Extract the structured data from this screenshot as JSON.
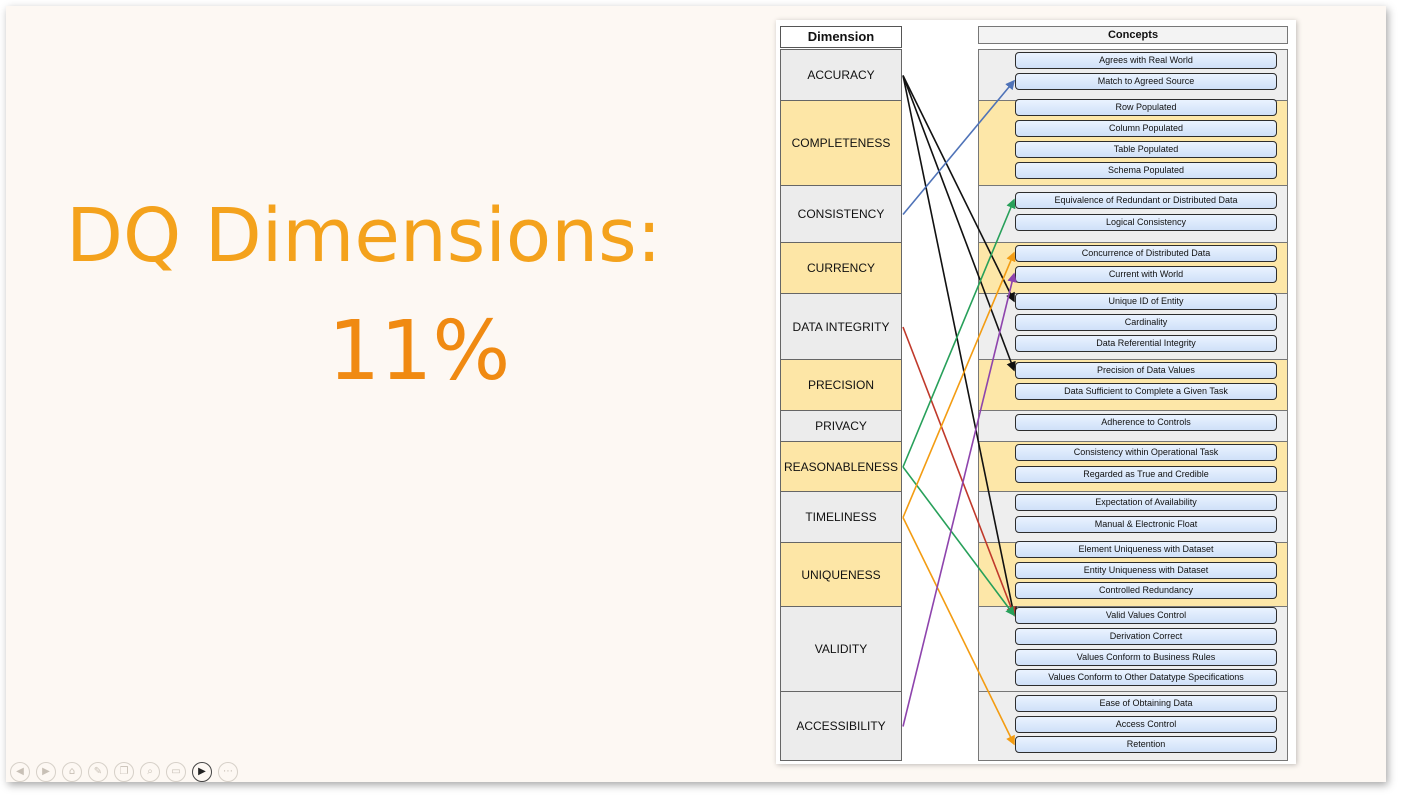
{
  "slide": {
    "title": "DQ Dimensions:",
    "percent": "11%"
  },
  "figure": {
    "dimension_header": "Dimension",
    "concepts_header": "Concepts",
    "dimensions": [
      {
        "label": "ACCURACY",
        "shade": "g"
      },
      {
        "label": "COMPLETENESS",
        "shade": "y"
      },
      {
        "label": "CONSISTENCY",
        "shade": "g"
      },
      {
        "label": "CURRENCY",
        "shade": "y"
      },
      {
        "label": "DATA INTEGRITY",
        "shade": "g"
      },
      {
        "label": "PRECISION",
        "shade": "y"
      },
      {
        "label": "PRIVACY",
        "shade": "g"
      },
      {
        "label": "REASONABLENESS",
        "shade": "y"
      },
      {
        "label": "TIMELINESS",
        "shade": "g"
      },
      {
        "label": "UNIQUENESS",
        "shade": "y"
      },
      {
        "label": "VALIDITY",
        "shade": "g"
      },
      {
        "label": "ACCESSIBILITY",
        "shade": "g"
      }
    ],
    "concepts": [
      "Agrees with Real World",
      "Match to Agreed Source",
      "Row Populated",
      "Column Populated",
      "Table Populated",
      "Schema Populated",
      "Equivalence of Redundant or Distributed Data",
      "Logical Consistency",
      "Concurrence of Distributed Data",
      "Current with World",
      "Unique ID of Entity",
      "Cardinality",
      "Data Referential Integrity",
      "Precision of Data Values",
      "Data Sufficient to Complete a Given Task",
      "Adherence to Controls",
      "Consistency within Operational Task",
      "Regarded as True and Credible",
      "Expectation of Availability",
      "Manual & Electronic Float",
      "Element Uniqueness with Dataset",
      "Entity Uniqueness with Dataset",
      "Controlled Redundancy",
      "Valid Values Control",
      "Derivation Correct",
      "Values Conform to Business Rules",
      "Values Conform to Other Datatype Specifications",
      "Ease of Obtaining Data",
      "Access Control",
      "Retention"
    ],
    "links": [
      {
        "from": "ACCURACY",
        "to": "Precision of Data Values",
        "color": "#111111"
      },
      {
        "from": "ACCURACY",
        "to": "Valid Values Control",
        "color": "#111111"
      },
      {
        "from": "ACCURACY",
        "to": "Unique ID of Entity",
        "color": "#111111"
      },
      {
        "from": "CONSISTENCY",
        "to": "Match to Agreed Source",
        "color": "#4f73b8"
      },
      {
        "from": "DATA INTEGRITY",
        "to": "Valid Values Control",
        "color": "#c0392b"
      },
      {
        "from": "REASONABLENESS",
        "to": "Equivalence of Redundant or Distributed Data",
        "color": "#27a05a"
      },
      {
        "from": "REASONABLENESS",
        "to": "Valid Values Control",
        "color": "#27a05a"
      },
      {
        "from": "TIMELINESS",
        "to": "Concurrence of Distributed Data",
        "color": "#f39c12"
      },
      {
        "from": "TIMELINESS",
        "to": "Retention",
        "color": "#f39c12"
      },
      {
        "from": "ACCESSIBILITY",
        "to": "Current with World",
        "color": "#8e44ad"
      }
    ]
  },
  "toolbar": {
    "buttons": [
      {
        "icon": "previous-icon",
        "glyph": "◀"
      },
      {
        "icon": "next-icon",
        "glyph": "▶"
      },
      {
        "icon": "home-icon",
        "glyph": "⌂"
      },
      {
        "icon": "pen-icon",
        "glyph": "✎"
      },
      {
        "icon": "slides-icon",
        "glyph": "❐"
      },
      {
        "icon": "zoom-icon",
        "glyph": "⌕"
      },
      {
        "icon": "screen-icon",
        "glyph": "▭"
      },
      {
        "icon": "camera-icon",
        "glyph": "▶"
      },
      {
        "icon": "more-icon",
        "glyph": "⋯"
      }
    ]
  }
}
